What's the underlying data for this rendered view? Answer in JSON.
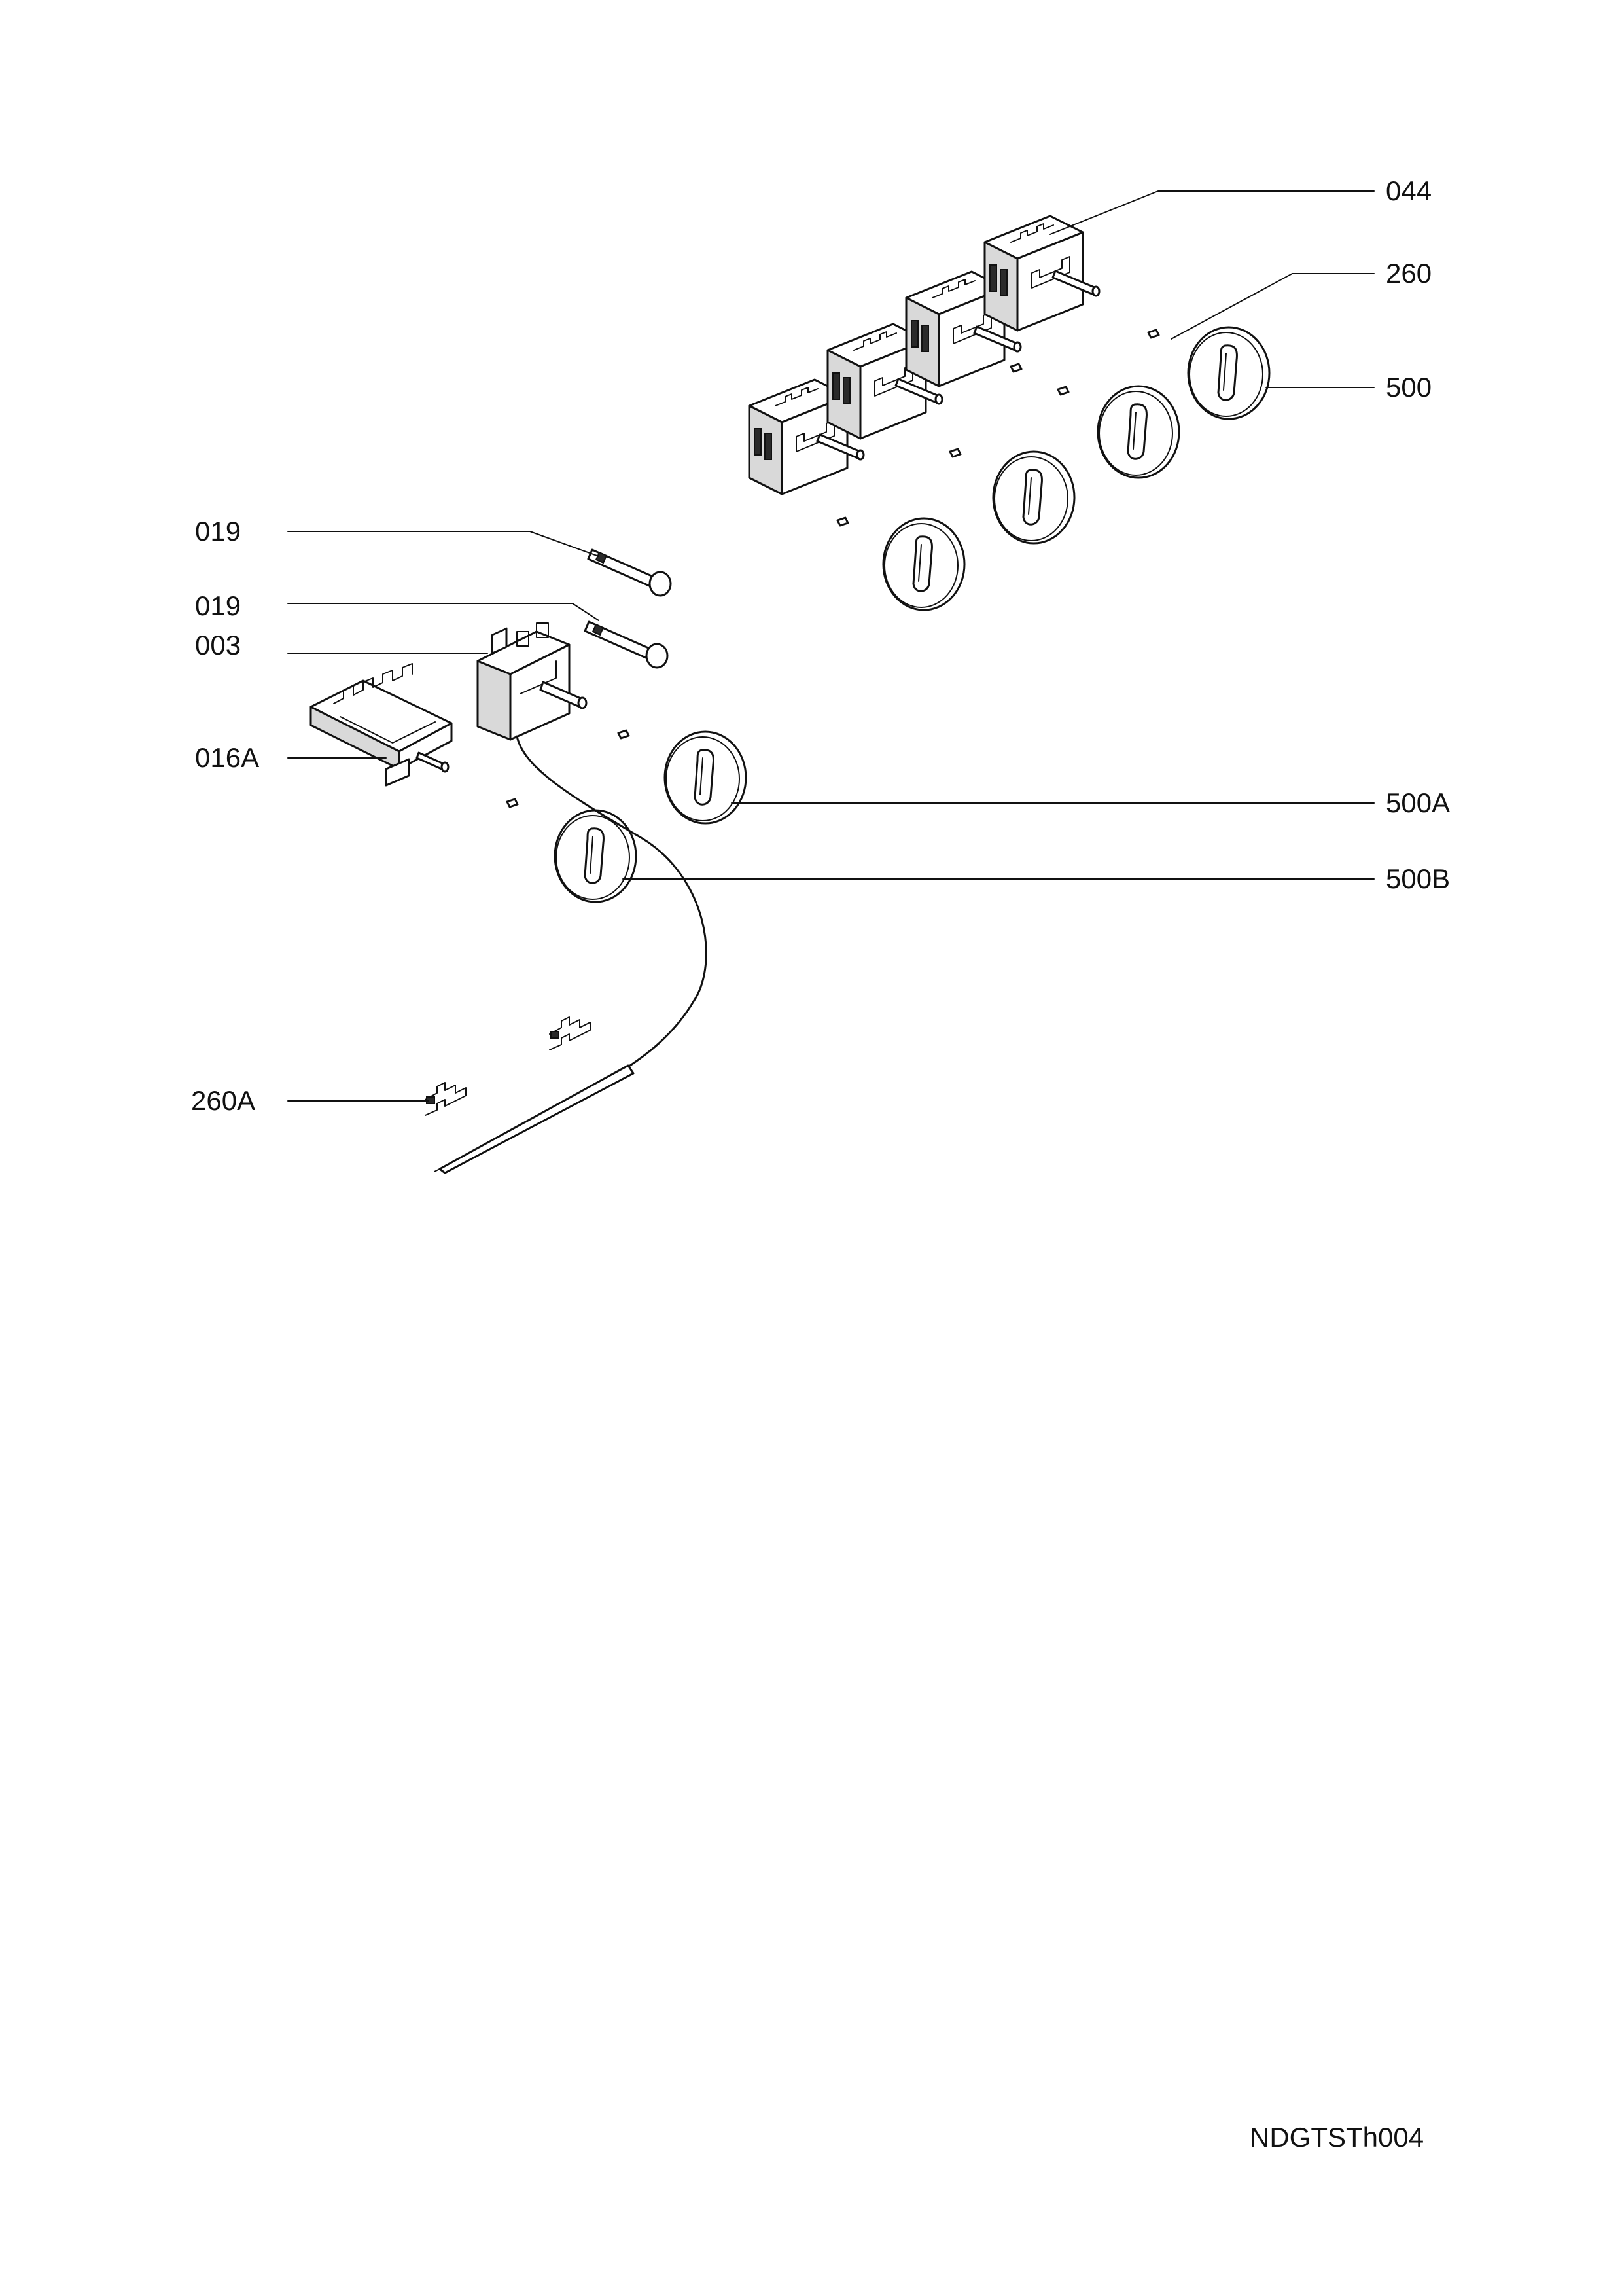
{
  "diagram": {
    "callouts": {
      "c044": "044",
      "c260": "260",
      "c500": "500",
      "c019a": "019",
      "c019b": "019",
      "c003": "003",
      "c016A": "016A",
      "c500A": "500A",
      "c500B": "500B",
      "c260A": "260A"
    },
    "drawing_code": "NDGTSTh004"
  }
}
